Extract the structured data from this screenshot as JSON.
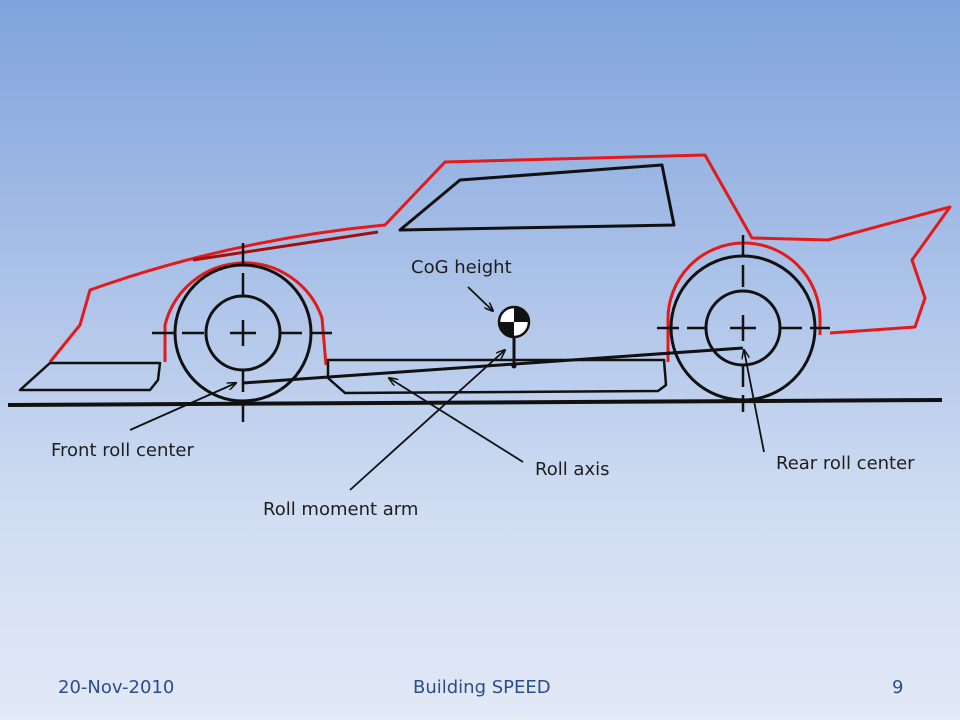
{
  "labels": {
    "cog_height": "CoG height",
    "front_roll_center": "Front roll center",
    "roll_axis": "Roll axis",
    "rear_roll_center": "Rear roll center",
    "roll_moment_arm": "Roll moment arm"
  },
  "footer": {
    "date": "20-Nov-2010",
    "title": "Building SPEED",
    "page": "9"
  },
  "colors": {
    "body_outline": "#e41a1a",
    "lines": "#111111",
    "footer_text": "#2a4d8f"
  }
}
